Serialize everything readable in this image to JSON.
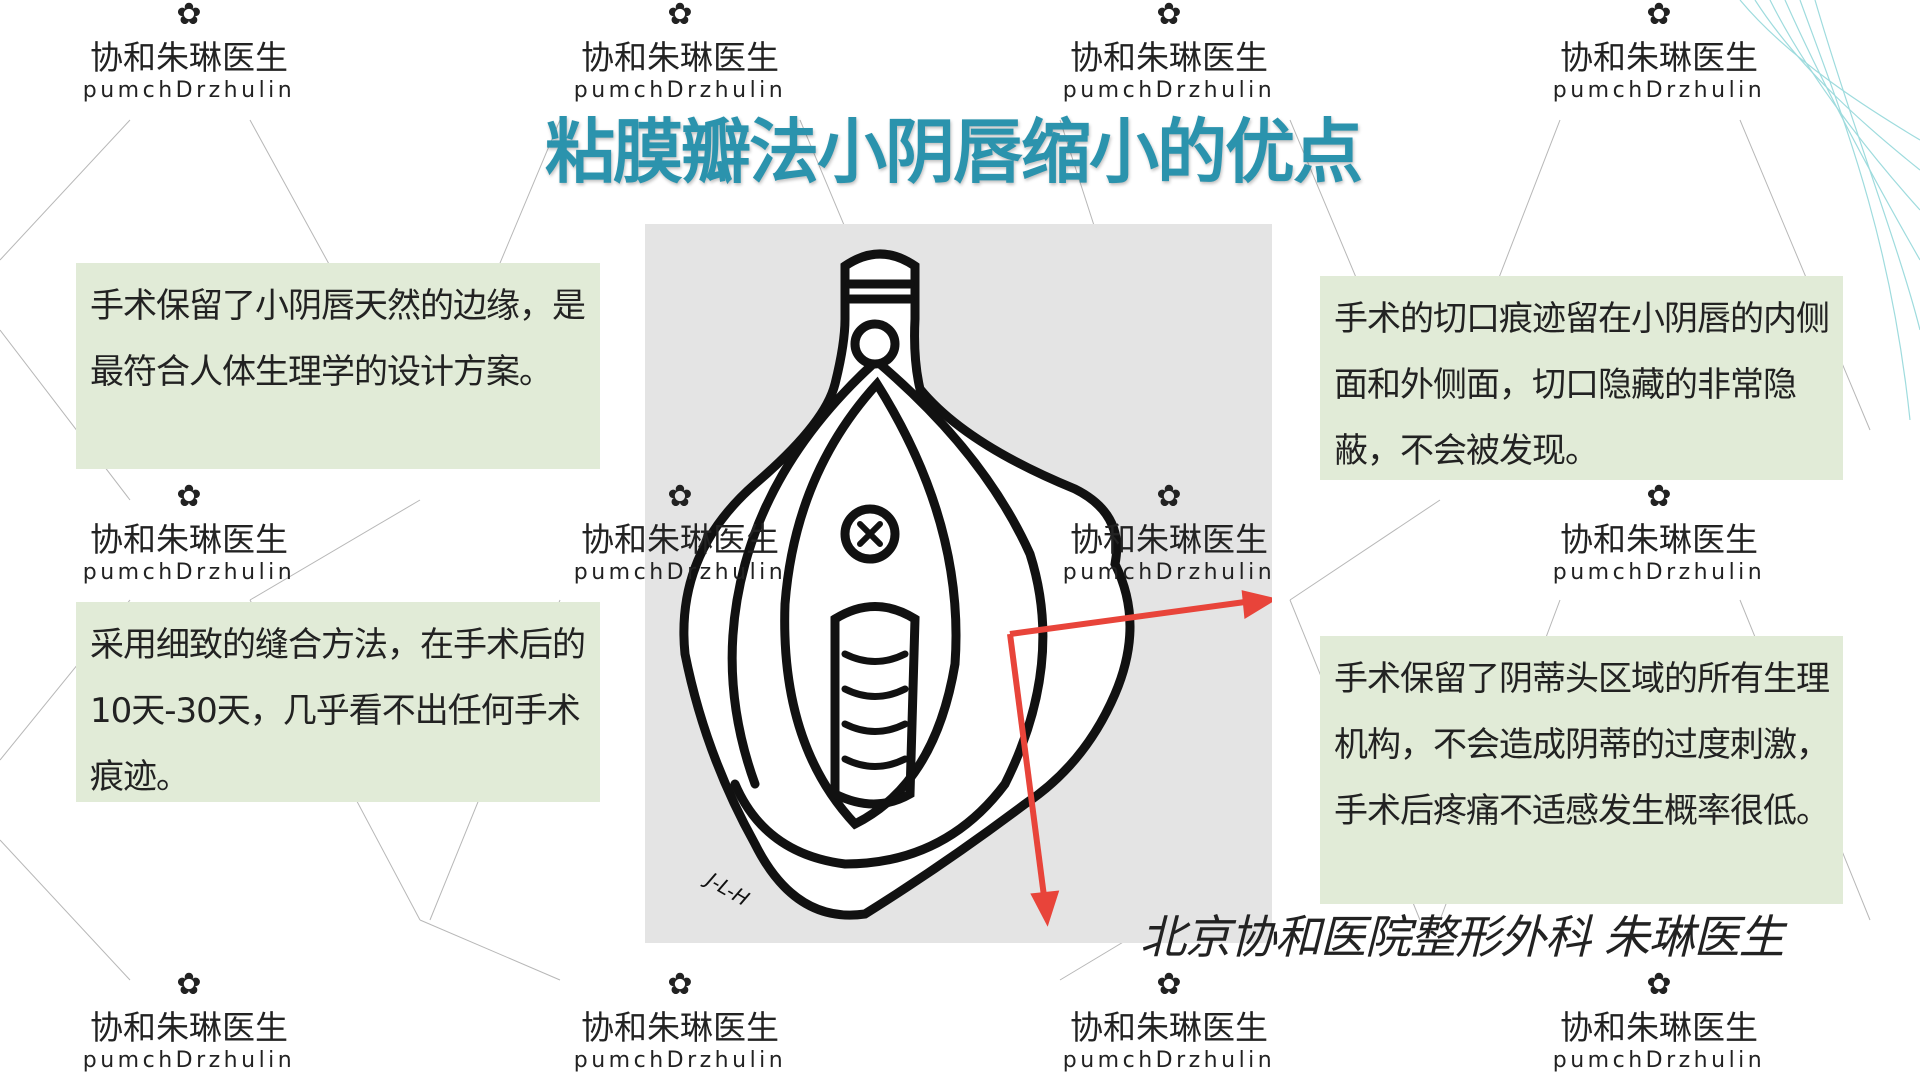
{
  "title": "粘膜瓣法小阴唇缩小的优点",
  "left_boxes": [
    {
      "text": "手术保留了小阴唇天然的边缘，是最符合人体生理学的设计方案。"
    },
    {
      "text": "采用细致的缝合方法，在手术后的10天-30天，几乎看不出任何手术痕迹。"
    }
  ],
  "right_boxes": [
    {
      "text": "手术的切口痕迹留在小阴唇的内侧面和外侧面，切口隐藏的非常隐蔽，不会被发现。"
    },
    {
      "text": "手术保留了阴蒂头区域的所有生理机构，不会造成阴蒂的过度刺激，手术后疼痛不适感发生概率很低。"
    }
  ],
  "figure": {
    "signature": "J-L-H",
    "arrow_color": "#e8443a",
    "background": "#e4e4e4"
  },
  "watermark": {
    "cn": "协和朱琳医生",
    "en": "pumchDrzhulin",
    "icon": "flower-icon"
  },
  "footer": "北京协和医院整形外科  朱琳医生",
  "colors": {
    "title": "#2b93ad",
    "box_bg": "#e1ebd7",
    "decor": "#5fc4c8"
  }
}
